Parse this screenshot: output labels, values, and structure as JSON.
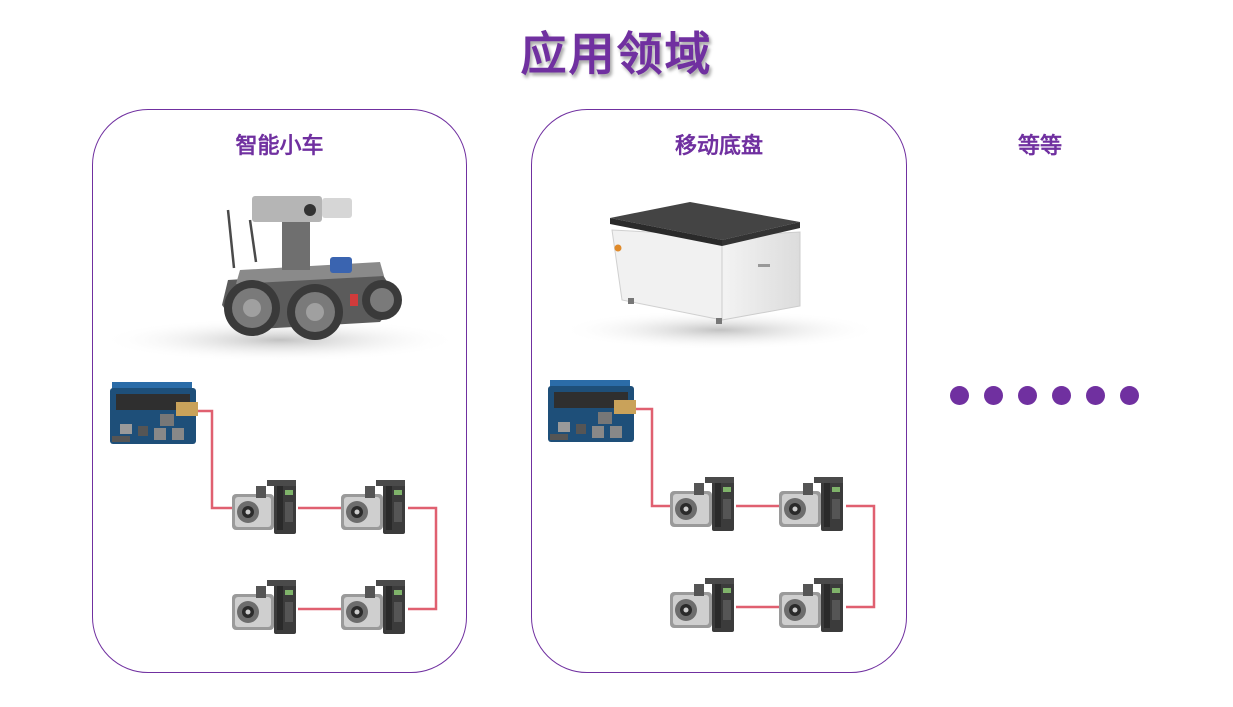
{
  "title": "应用领域",
  "panels": [
    {
      "title": "智能小车"
    },
    {
      "title": "移动底盘"
    },
    {
      "title": "等等"
    }
  ],
  "colors": {
    "accent": "#7030a0",
    "link": "#e06070",
    "board": "#1e4f79",
    "motor": "#3a3a3a"
  },
  "icons": [
    "robot-car-icon",
    "mobile-base-icon",
    "controller-board-icon",
    "servo-motor-icon",
    "ellipsis-dots-icon"
  ]
}
